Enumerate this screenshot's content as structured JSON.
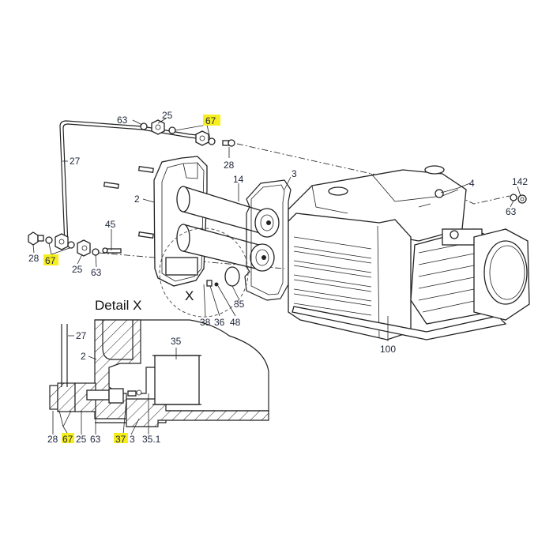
{
  "diagram": {
    "type": "exploded-parts-diagram",
    "highlight_color": "#f7ee1f",
    "detail_title": "Detail X",
    "detail_marker": "X",
    "main_labels": {
      "l63_top": "63",
      "l25_top": "25",
      "l67_top": "67",
      "l28_top": "28",
      "l27": "27",
      "l14": "14",
      "l3": "3",
      "l2": "2",
      "l4": "4",
      "l142": "142",
      "l63_right": "63",
      "l45": "45",
      "l28_left": "28",
      "l67_left": "67",
      "l25_left": "25",
      "l63_left": "63",
      "l35": "35",
      "l38": "38",
      "l36": "36",
      "l48": "48",
      "l100": "100"
    },
    "detail_labels": {
      "d27": "27",
      "d2": "2",
      "d35": "35",
      "d28": "28",
      "d67": "67",
      "d25": "25",
      "d63": "63",
      "d37": "37",
      "d3": "3",
      "d351": "35.1"
    },
    "highlighted_parts": [
      "67",
      "37"
    ]
  }
}
